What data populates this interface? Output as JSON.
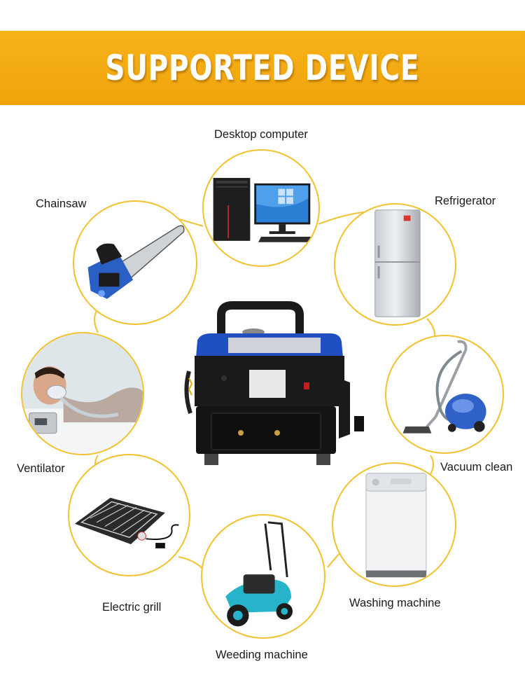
{
  "banner": {
    "title": "SUPPORTED DEVICE",
    "color": "#f5ab14"
  },
  "accent_color": "#f2c12e",
  "center_device": {
    "icon": "portable-generator-icon"
  },
  "devices": [
    {
      "id": "desktop",
      "label": "Desktop computer",
      "icon": "desktop-computer-icon"
    },
    {
      "id": "refrigerator",
      "label": "Refrigerator",
      "icon": "refrigerator-icon"
    },
    {
      "id": "vacuum",
      "label": "Vacuum clean",
      "icon": "vacuum-cleaner-icon"
    },
    {
      "id": "washing",
      "label": "Washing machine",
      "icon": "washing-machine-icon"
    },
    {
      "id": "weeding",
      "label": "Weeding machine",
      "icon": "lawn-mower-icon"
    },
    {
      "id": "grill",
      "label": "Electric grill",
      "icon": "electric-grill-icon"
    },
    {
      "id": "ventilator",
      "label": "Ventilator",
      "icon": "ventilator-icon"
    },
    {
      "id": "chainsaw",
      "label": "Chainsaw",
      "icon": "chainsaw-icon"
    }
  ]
}
